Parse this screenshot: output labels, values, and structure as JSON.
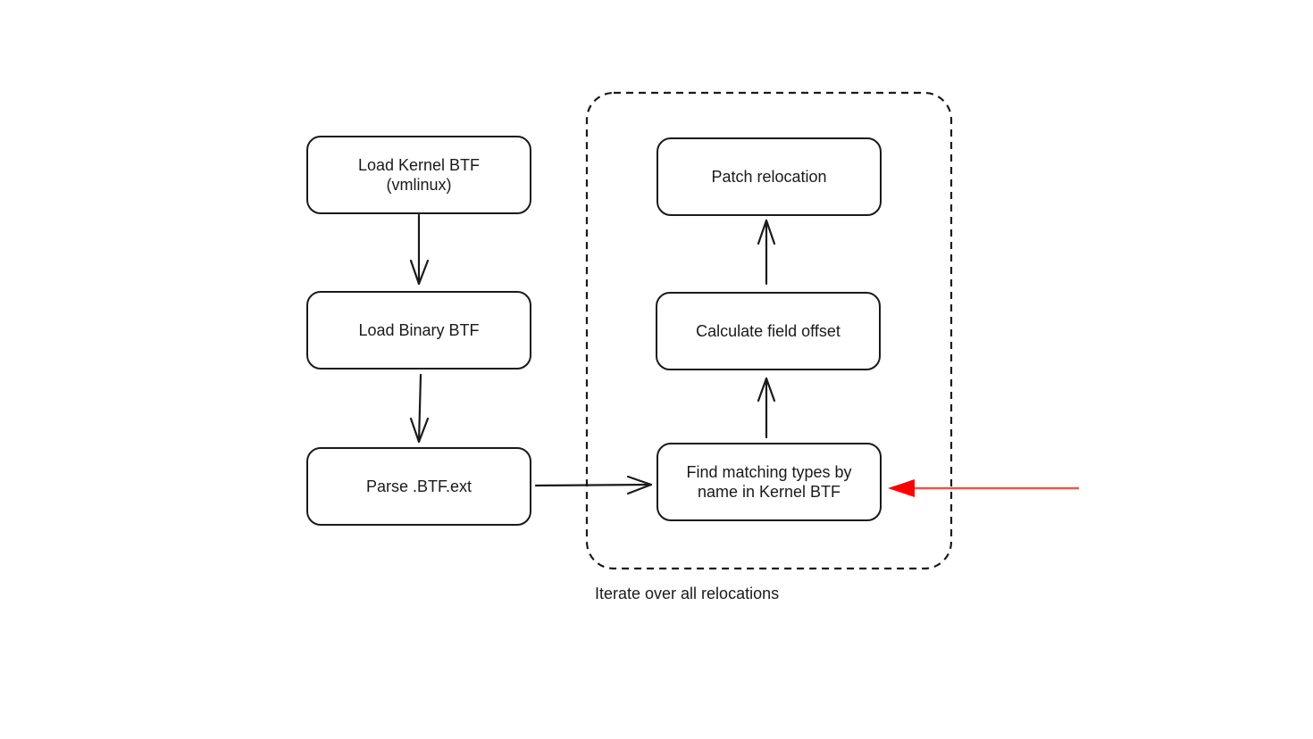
{
  "diagram": {
    "nodes": {
      "load_kernel_btf": "Load Kernel BTF\n(vmlinux)",
      "load_binary_btf": "Load Binary BTF",
      "parse_btf_ext": "Parse .BTF.ext",
      "find_matching_types": "Find matching types by\nname in Kernel BTF",
      "calculate_field_offset": "Calculate field offset",
      "patch_relocation": "Patch relocation"
    },
    "group": {
      "label": "Iterate over all relocations"
    },
    "colors": {
      "stroke": "#1a1a1a",
      "highlight_arrow": "#e8584f",
      "highlight_head": "#ff0000",
      "background": "#ffffff"
    },
    "edges": [
      {
        "from": "load_kernel_btf",
        "to": "load_binary_btf"
      },
      {
        "from": "load_binary_btf",
        "to": "parse_btf_ext"
      },
      {
        "from": "parse_btf_ext",
        "to": "find_matching_types"
      },
      {
        "from": "find_matching_types",
        "to": "calculate_field_offset"
      },
      {
        "from": "calculate_field_offset",
        "to": "patch_relocation"
      },
      {
        "from": "external",
        "to": "find_matching_types",
        "style": "highlight"
      }
    ]
  }
}
